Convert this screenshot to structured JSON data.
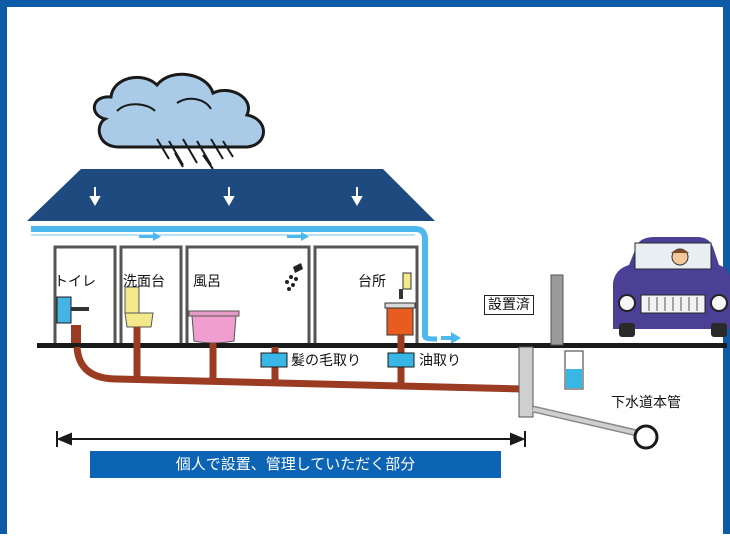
{
  "labels": {
    "toilet": "トイレ",
    "washbasin": "洗面台",
    "bath": "風呂",
    "kitchen": "台所",
    "hair_trap": "髪の毛取り",
    "oil_trap": "油取り",
    "installed": "設置済",
    "main_sewer": "下水道本管"
  },
  "banner": {
    "text": "個人で設置、管理していただく部分"
  },
  "colors": {
    "frame": "#0d5aa7",
    "roof": "#1f4a7f",
    "gutter": "#4db8ee",
    "pipe": "#9a3b22",
    "trap": "#38b6e6",
    "banner": "#0e64b4",
    "car": "#4b3f96"
  }
}
